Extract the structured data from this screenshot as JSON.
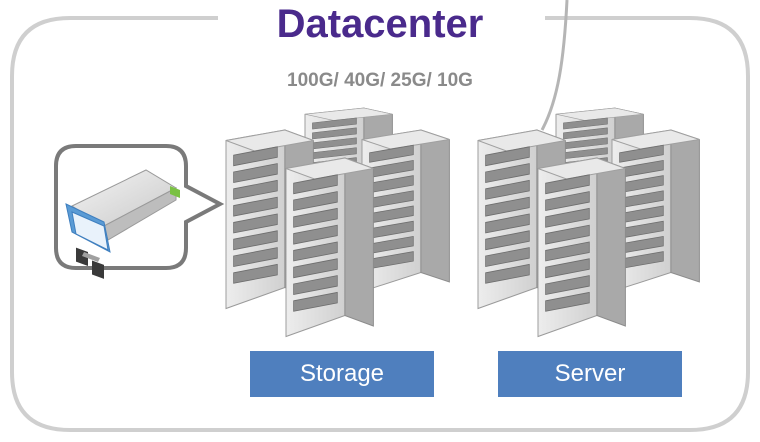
{
  "title": "Datacenter",
  "speeds": "100G/ 40G/ 25G/ 10G",
  "labels": {
    "storage": "Storage",
    "server": "Server"
  },
  "colors": {
    "title": "#4a2a8c",
    "label_bg": "#4f7fbe",
    "frame": "#cfcfcf",
    "callout": "#7a7a7a"
  },
  "icons": {
    "transceiver": "sfp-transceiver-icon",
    "rack": "server-rack-icon"
  }
}
